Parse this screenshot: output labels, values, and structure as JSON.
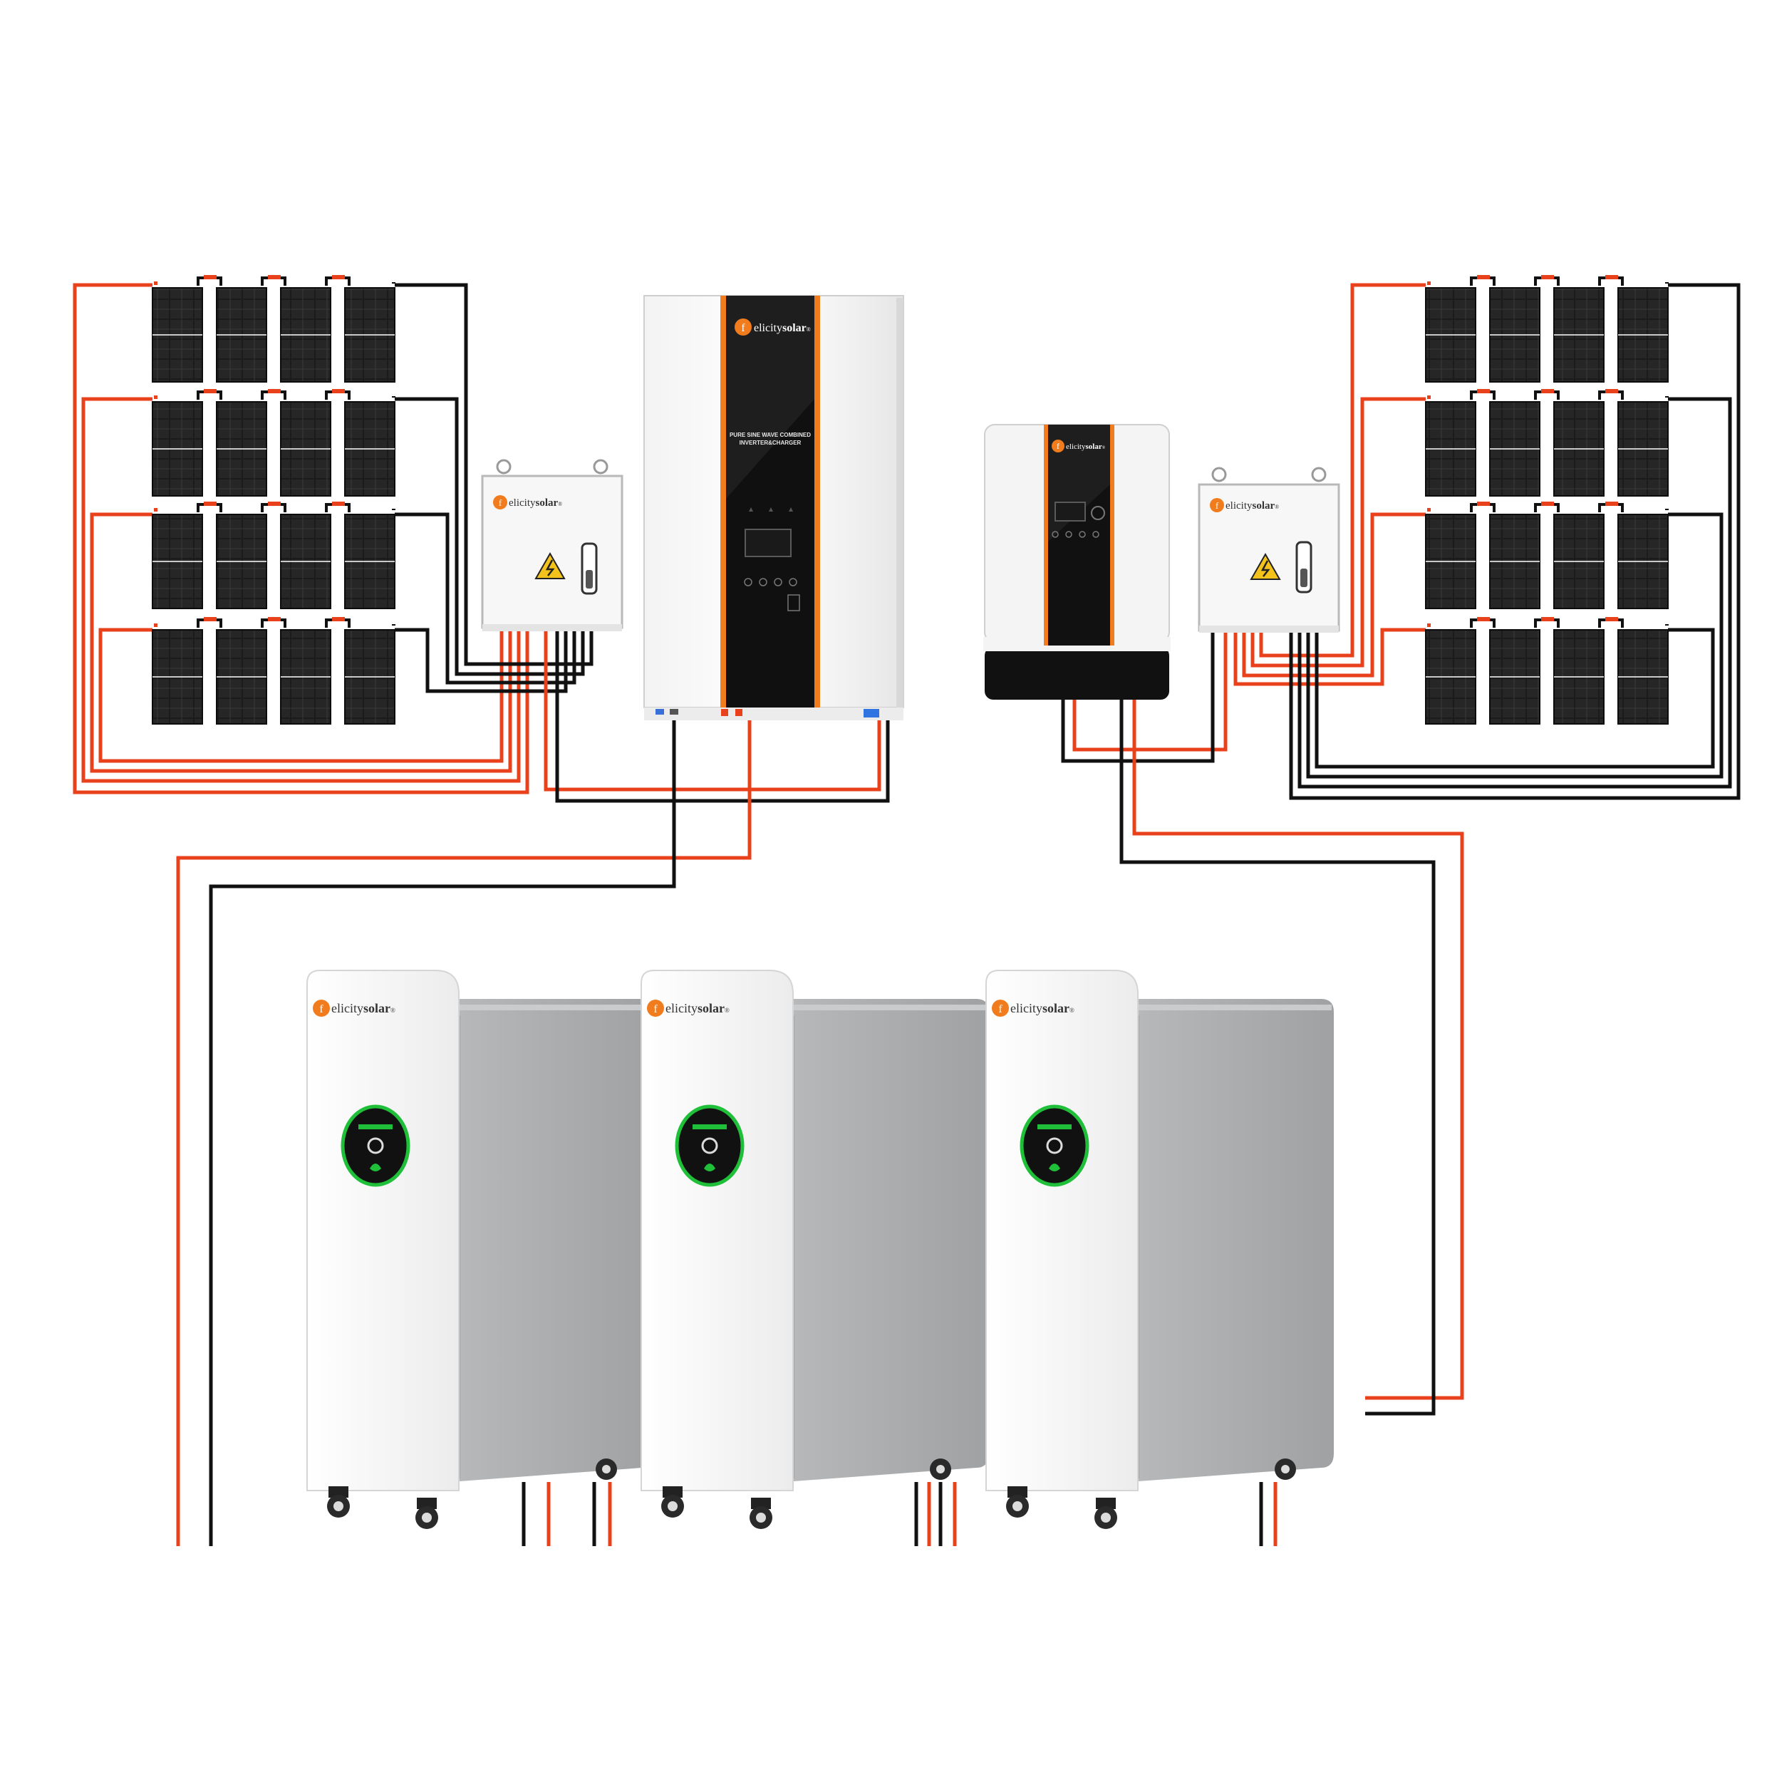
{
  "brand": {
    "name_prefix": "elicity",
    "name_suffix": "solar",
    "registered": "®",
    "logo_letter": "f"
  },
  "inverter_main": {
    "title_line1": "PURE SINE WAVE COMBINED",
    "title_line2": "INVERTER&CHARGER"
  },
  "colors": {
    "positive_wire": "#e8411c",
    "negative_wire": "#111111",
    "brand_orange": "#f07c1e",
    "panel_cell": "#1c1c1c",
    "battery_body": "#f4f4f4",
    "battery_side": "#a9abad",
    "warning_yellow": "#f3c21b"
  },
  "icons": {
    "warning": "high-voltage-warning-icon",
    "logo": "felicity-logo-icon"
  }
}
